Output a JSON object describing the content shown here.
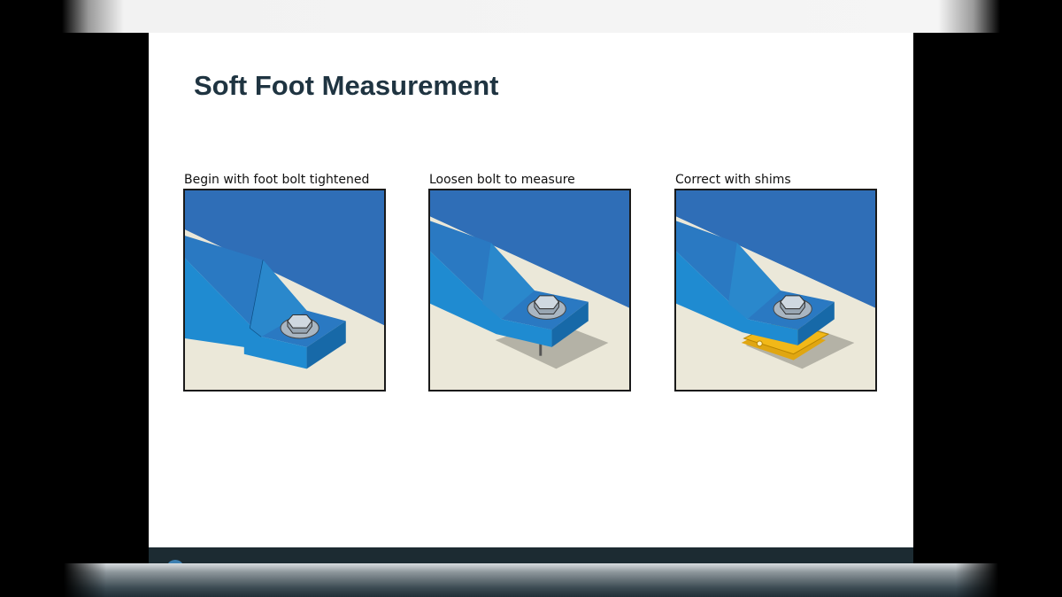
{
  "slide": {
    "title": "Soft Foot Measurement",
    "panels": [
      {
        "label": "Begin with foot bolt tightened",
        "state": "tightened"
      },
      {
        "label": "Loosen bolt to measure",
        "state": "loosened"
      },
      {
        "label": "Correct with shims",
        "state": "shimmed"
      }
    ]
  },
  "colors": {
    "wall": "#2f6eb7",
    "machine_body": "#1f8bd1",
    "machine_top": "#2a79c2",
    "machine_dark": "#1769a8",
    "floor": "#ebe8d9",
    "shadow": "#b4b2a6",
    "shim": "#f2b818",
    "title": "#1f3441"
  }
}
